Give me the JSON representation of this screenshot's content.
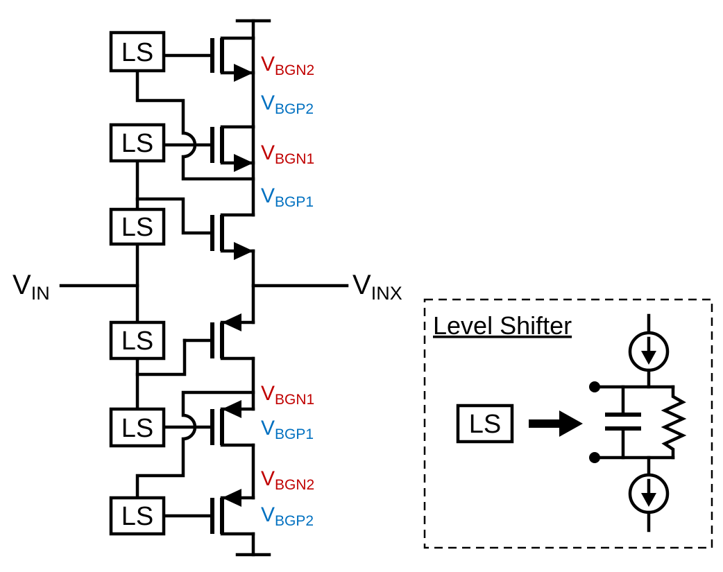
{
  "ls_label": "LS",
  "input": {
    "main": "V",
    "sub": "IN"
  },
  "output": {
    "main": "V",
    "sub": "INX"
  },
  "bias_labels": [
    {
      "main": "V",
      "sub": "BGN2",
      "color": "#c00000"
    },
    {
      "main": "V",
      "sub": "BGP2",
      "color": "#0070c0"
    },
    {
      "main": "V",
      "sub": "BGN1",
      "color": "#c00000"
    },
    {
      "main": "V",
      "sub": "BGP1",
      "color": "#0070c0"
    },
    {
      "main": "V",
      "sub": "BGN1",
      "color": "#c00000"
    },
    {
      "main": "V",
      "sub": "BGP1",
      "color": "#0070c0"
    },
    {
      "main": "V",
      "sub": "BGN2",
      "color": "#c00000"
    },
    {
      "main": "V",
      "sub": "BGP2",
      "color": "#0070c0"
    }
  ],
  "legend": {
    "title": "Level Shifter",
    "ls_label": "LS"
  }
}
